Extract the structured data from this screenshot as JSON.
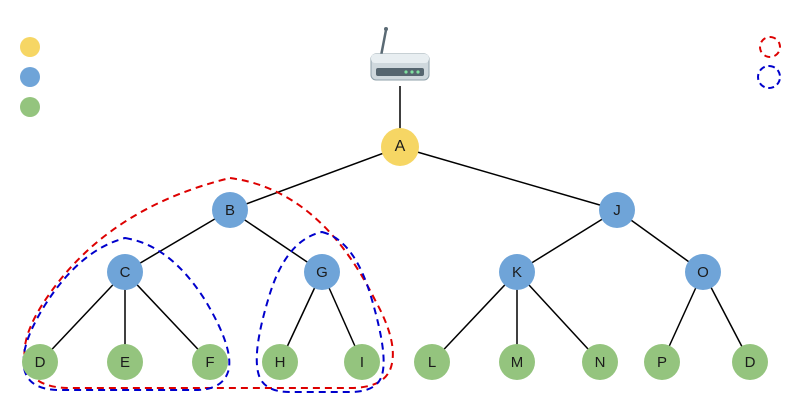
{
  "legend": {
    "node_colors": [
      {
        "id": "yellow-node",
        "color": "#F6D664"
      },
      {
        "id": "blue-node",
        "color": "#6FA4D8"
      },
      {
        "id": "green-node",
        "color": "#94C47E"
      }
    ],
    "group_outlines": [
      {
        "id": "red-dashed-group",
        "color": "#DD0000",
        "style": "dashed"
      },
      {
        "id": "blue-dashed-group",
        "color": "#0000CC",
        "style": "dashed"
      }
    ]
  },
  "router": {
    "icon": "router-icon"
  },
  "nodes": [
    {
      "label": "A",
      "color": "#F6D664"
    },
    {
      "label": "B",
      "color": "#6FA4D8"
    },
    {
      "label": "C",
      "color": "#6FA4D8"
    },
    {
      "label": "G",
      "color": "#6FA4D8"
    },
    {
      "label": "J",
      "color": "#6FA4D8"
    },
    {
      "label": "K",
      "color": "#6FA4D8"
    },
    {
      "label": "O",
      "color": "#6FA4D8"
    },
    {
      "label": "D",
      "color": "#94C47E"
    },
    {
      "label": "E",
      "color": "#94C47E"
    },
    {
      "label": "F",
      "color": "#94C47E"
    },
    {
      "label": "H",
      "color": "#94C47E"
    },
    {
      "label": "I",
      "color": "#94C47E"
    },
    {
      "label": "L",
      "color": "#94C47E"
    },
    {
      "label": "M",
      "color": "#94C47E"
    },
    {
      "label": "N",
      "color": "#94C47E"
    },
    {
      "label": "P",
      "color": "#94C47E"
    },
    {
      "label": "D",
      "color": "#94C47E"
    }
  ],
  "edges": [
    [
      "router",
      "A"
    ],
    [
      "A",
      "B"
    ],
    [
      "A",
      "J"
    ],
    [
      "B",
      "C"
    ],
    [
      "B",
      "G"
    ],
    [
      "C",
      "D"
    ],
    [
      "C",
      "E"
    ],
    [
      "C",
      "F"
    ],
    [
      "G",
      "H"
    ],
    [
      "G",
      "I"
    ],
    [
      "J",
      "K"
    ],
    [
      "J",
      "O"
    ],
    [
      "K",
      "L"
    ],
    [
      "K",
      "M"
    ],
    [
      "K",
      "N"
    ],
    [
      "O",
      "P"
    ],
    [
      "O",
      "D2"
    ]
  ],
  "groups": [
    {
      "outline": "red-dashed",
      "members": [
        "B",
        "C",
        "D",
        "E",
        "F",
        "G",
        "H",
        "I"
      ]
    },
    {
      "outline": "blue-dashed",
      "members": [
        "C",
        "D",
        "E",
        "F"
      ]
    },
    {
      "outline": "blue-dashed",
      "members": [
        "G",
        "H",
        "I"
      ]
    }
  ]
}
